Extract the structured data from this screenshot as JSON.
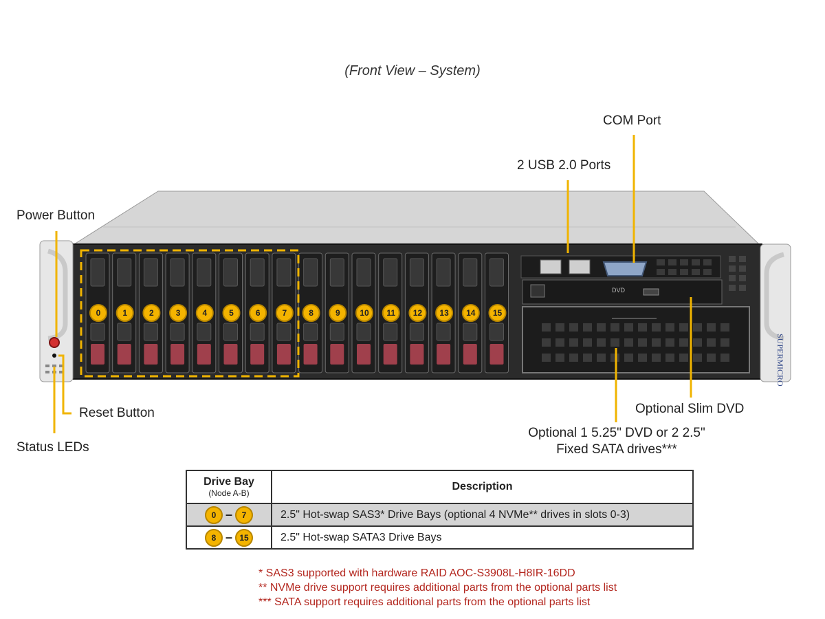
{
  "title": "(Front View – System)",
  "labels": {
    "com_port": "COM Port",
    "usb_ports": "2 USB 2.0 Ports",
    "power_button": "Power Button",
    "reset_button": "Reset Button",
    "status_leds": "Status LEDs",
    "slim_dvd": "Optional Slim DVD",
    "optional_bay_line1": "Optional 1 5.25\" DVD or 2 2.5\"",
    "optional_bay_line2": "Fixed SATA drives***"
  },
  "chassis": {
    "brand": "SUPERMICRO",
    "dvd_logo": "DVD",
    "bays": [
      "0",
      "1",
      "2",
      "3",
      "4",
      "5",
      "6",
      "7",
      "8",
      "9",
      "10",
      "11",
      "12",
      "13",
      "14",
      "15"
    ]
  },
  "table": {
    "header_bay": "Drive Bay",
    "header_bay_sub": "(Node A-B)",
    "header_desc": "Description",
    "rows": [
      {
        "from": "0",
        "dash": "–",
        "to": "7",
        "description": "2.5\"  Hot-swap  SAS3*  Drive  Bays  (optional  4  NVMe**  drives  in  slots  0-3)"
      },
      {
        "from": "8",
        "dash": "–",
        "to": "15",
        "description": "2.5\"  Hot-swap  SATA3  Drive  Bays"
      }
    ]
  },
  "notes": [
    "* SAS3  supported  with  hardware  RAID  AOC-S3908L-H8IR-16DD",
    "** NVMe  drive  support  requires  additional  parts  from  the  optional  parts  list",
    "*** SATA  support  requires  additional  parts  from  the  optional  parts  list"
  ],
  "colors": {
    "callout": "#f0b400",
    "badge": "#f4b400",
    "notes_text": "#b3261e",
    "table_shade": "#d4d4d4",
    "drive_release": "#a0404c"
  }
}
